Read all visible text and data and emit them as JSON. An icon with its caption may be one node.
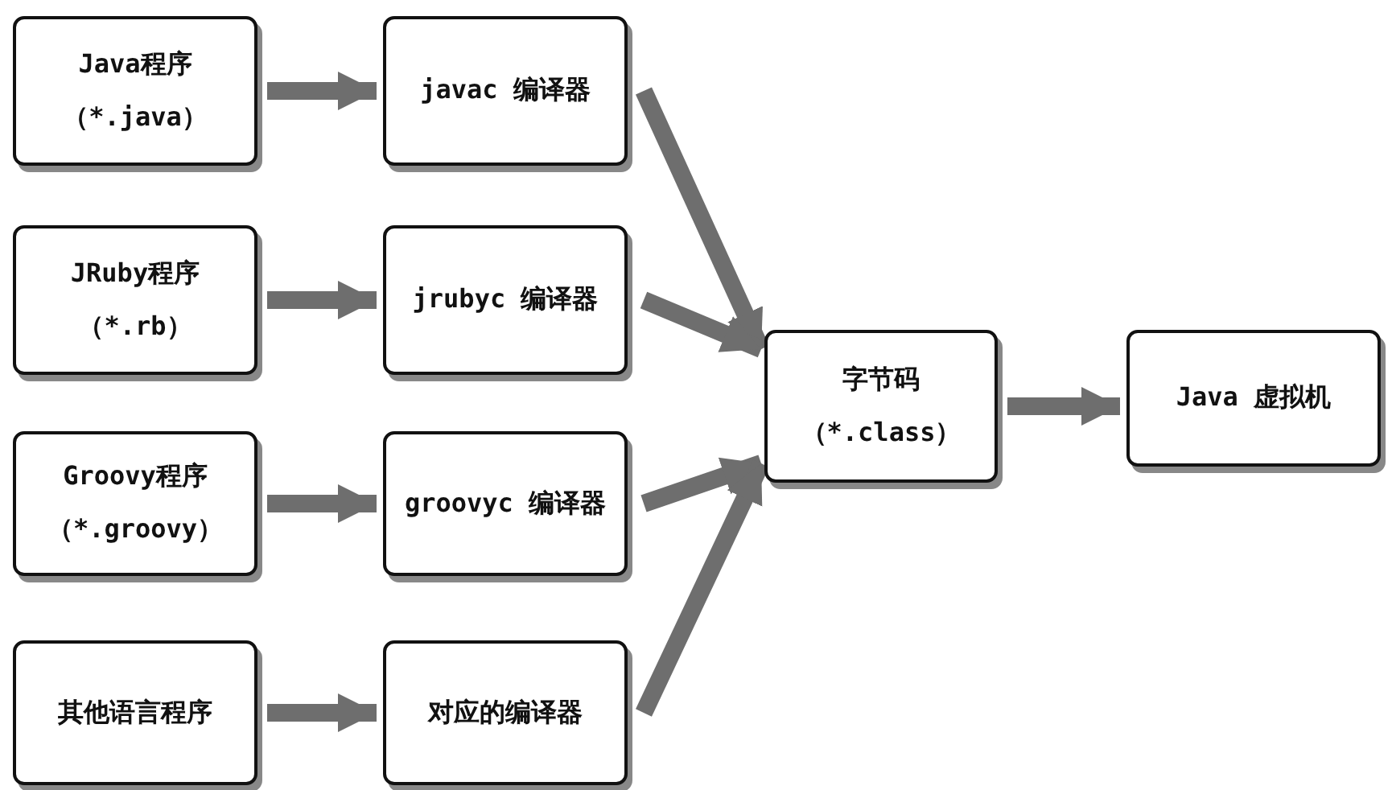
{
  "diagram": {
    "nodes": [
      {
        "text": [
          "Java程序",
          "（*.java）"
        ]
      },
      {
        "text": [
          "javac 编译器"
        ]
      },
      {
        "text": [
          "JRuby程序",
          "（*.rb）"
        ]
      },
      {
        "text": [
          "jrubyc 编译器"
        ]
      },
      {
        "text": [
          "Groovy程序",
          "（*.groovy）"
        ]
      },
      {
        "text": [
          "groovyc 编译器"
        ]
      },
      {
        "text": [
          "其他语言程序"
        ]
      },
      {
        "text": [
          "对应的编译器"
        ]
      },
      {
        "text": [
          "字节码",
          "（*.class）"
        ]
      },
      {
        "text": [
          "Java 虚拟机"
        ]
      }
    ],
    "edges": [
      {
        "from": 0,
        "to": 1,
        "arrow": "to"
      },
      {
        "from": 1,
        "to": 8,
        "arrow": "to"
      },
      {
        "from": 2,
        "to": 3,
        "arrow": "to"
      },
      {
        "from": 3,
        "to": 8,
        "arrow": "to"
      },
      {
        "from": 4,
        "to": 5,
        "arrow": "to"
      },
      {
        "from": 5,
        "to": 8,
        "arrow": "to"
      },
      {
        "from": 6,
        "to": 7,
        "arrow": "to"
      },
      {
        "from": 7,
        "to": 8,
        "arrow": "to"
      },
      {
        "from": 8,
        "to": 9,
        "arrow": "to"
      }
    ]
  }
}
